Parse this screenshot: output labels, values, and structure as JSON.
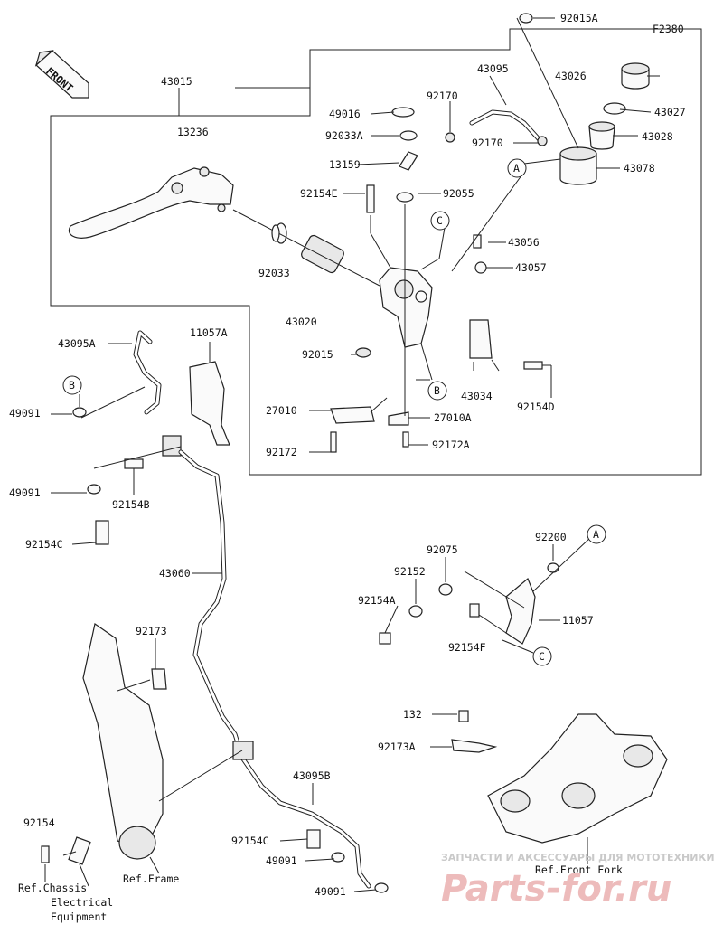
{
  "figure_code": "F2380",
  "front_label": "FRONT",
  "part_labels": {
    "p92015A": "92015A",
    "p43015": "43015",
    "p43095": "43095",
    "p43026": "43026",
    "p49016": "49016",
    "p92170a": "92170",
    "p43027": "43027",
    "p92033A": "92033A",
    "p43028": "43028",
    "p13236": "13236",
    "p92170b": "92170",
    "p13159": "13159",
    "p43078": "43078",
    "p92154E": "92154E",
    "p92055": "92055",
    "p43056": "43056",
    "p43057": "43057",
    "p92033": "92033",
    "p43020": "43020",
    "p43095A": "43095A",
    "p11057A": "11057A",
    "p92015": "92015",
    "p43034": "43034",
    "p49091a": "49091",
    "p92154D": "92154D",
    "p27010": "27010",
    "p27010A": "27010A",
    "p92172": "92172",
    "p92172A": "92172A",
    "p49091b": "49091",
    "p92154B": "92154B",
    "p92154C": "92154C",
    "p92200": "92200",
    "p92075": "92075",
    "p43060": "43060",
    "p92152": "92152",
    "p92154A": "92154A",
    "p11057": "11057",
    "p92154F": "92154F",
    "p92173": "92173",
    "p132": "132",
    "p92173A": "92173A",
    "p43095B": "43095B",
    "p92154": "92154",
    "p92154C2": "92154C",
    "p49091c": "49091",
    "p49091d": "49091"
  },
  "callouts": {
    "A": "A",
    "B": "B",
    "C": "C"
  },
  "references": {
    "chassis_line1": "Ref.Chassis",
    "chassis_line2": "Electrical",
    "chassis_line3": "Equipment",
    "frame": "Ref.Frame",
    "front_fork": "Ref.Front Fork"
  },
  "watermark": {
    "line1": "ЗАПЧАСТИ И АКСЕССУАРЫ ДЛЯ МОТОТЕХНИКИ",
    "line2": "Parts-for.ru"
  }
}
